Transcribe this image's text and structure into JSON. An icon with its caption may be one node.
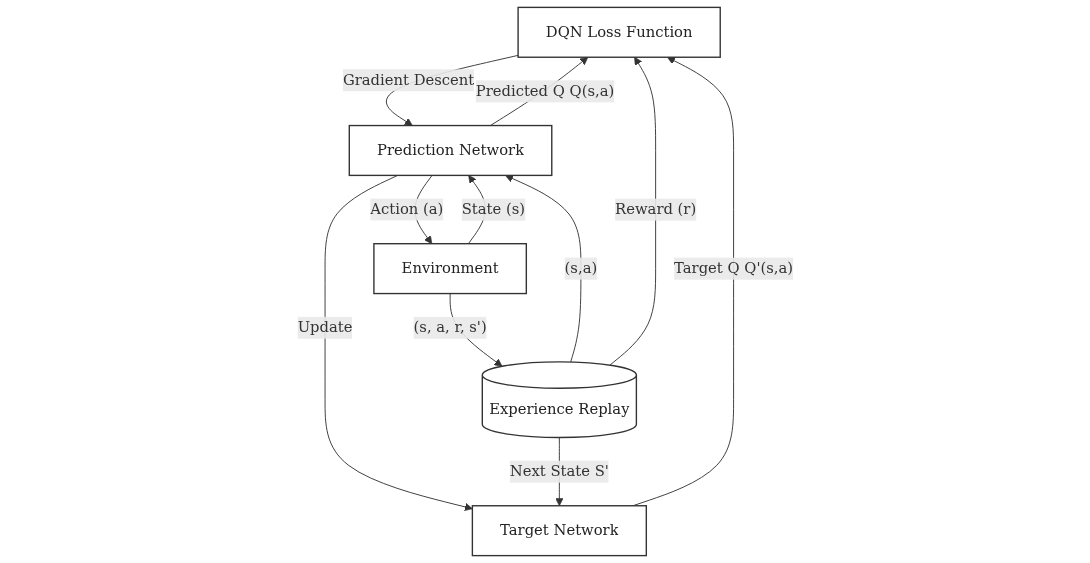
{
  "diagram": {
    "nodes": [
      {
        "text": [
          "DQN Loss Function"
        ]
      },
      {
        "text": [
          "Environment"
        ]
      },
      {
        "text": [
          "Prediction Network"
        ]
      },
      {
        "text": [
          "Target Network"
        ]
      },
      {
        "text": [
          "Experience Replay"
        ]
      }
    ],
    "edges": [
      {
        "from": 0,
        "to": 2,
        "arrow": "to",
        "label": "Gradient Descent"
      },
      {
        "from": 2,
        "to": 0,
        "arrow": "to",
        "label": "Predicted Q Q(s,a)"
      },
      {
        "from": 3,
        "to": 0,
        "arrow": "to",
        "label": "Target Q Q'(s,a)"
      },
      {
        "from": 2,
        "to": 1,
        "arrow": "to",
        "label": "Action (a)"
      },
      {
        "from": 1,
        "to": 2,
        "arrow": "to",
        "label": "State (s)"
      },
      {
        "from": 2,
        "to": 3,
        "arrow": "to",
        "label": "Update"
      },
      {
        "from": 4,
        "to": 2,
        "arrow": "to",
        "label": "(s,a)"
      },
      {
        "from": 4,
        "to": 3,
        "arrow": "to",
        "label": "Next State S'"
      },
      {
        "from": 1,
        "to": 4,
        "arrow": "to",
        "label": "(s, a, r, s')"
      },
      {
        "from": 4,
        "to": 0,
        "arrow": "to",
        "label": "Reward (r)"
      }
    ]
  }
}
